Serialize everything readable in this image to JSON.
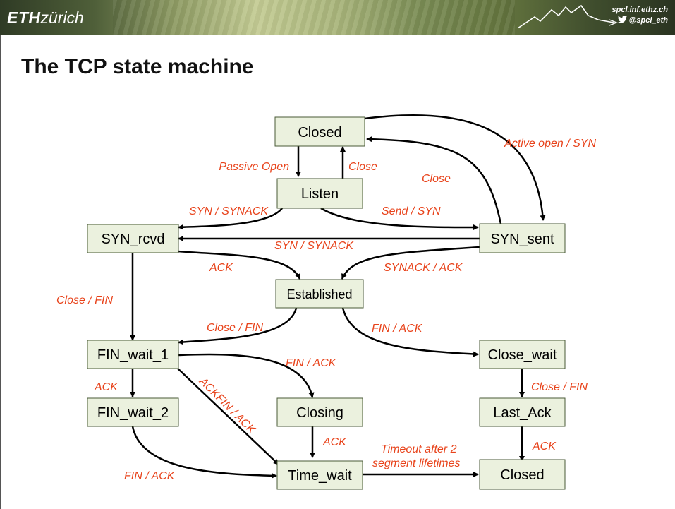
{
  "header": {
    "logo_bold": "ETH",
    "logo_light": "zürich",
    "site": "spcl.inf.ethz.ch",
    "twitter": "@spcl_eth"
  },
  "slide": {
    "title": "The TCP state machine"
  },
  "states": {
    "closed_top": "Closed",
    "listen": "Listen",
    "syn_rcvd": "SYN_rcvd",
    "syn_sent": "SYN_sent",
    "established": "Established",
    "fin_wait_1": "FIN_wait_1",
    "close_wait": "Close_wait",
    "fin_wait_2": "FIN_wait_2",
    "closing": "Closing",
    "last_ack": "Last_Ack",
    "time_wait": "Time_wait",
    "closed_bottom": "Closed"
  },
  "transitions": {
    "active_open": "Active open / SYN",
    "passive_open": "Passive Open",
    "close_listen": "Close",
    "close_synsent": "Close",
    "syn_synack_listen": "SYN / SYNACK",
    "send_syn": "Send / SYN",
    "syn_synack_cross": "SYN / SYNACK",
    "ack_rcvd": "ACK",
    "synack_ack": "SYNACK / ACK",
    "close_fin_rcvd": "Close / FIN",
    "close_fin_est": "Close / FIN",
    "fin_ack_est": "FIN / ACK",
    "fin_ack_fw1": "FIN / ACK",
    "ack_fw1": "ACK",
    "ackfin_ack": "ACKFIN / ACK",
    "close_fin_cw": "Close / FIN",
    "ack_closing": "ACK",
    "ack_lastack": "ACK",
    "fin_ack_fw2": "FIN / ACK",
    "timeout_line1": "Timeout after 2",
    "timeout_line2": "segment lifetimes"
  }
}
